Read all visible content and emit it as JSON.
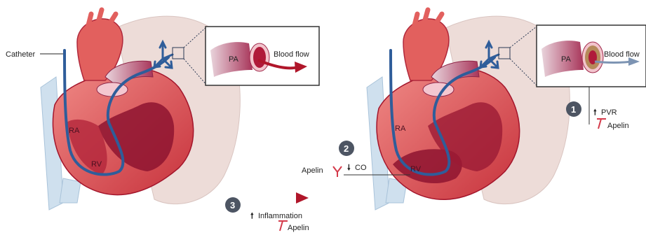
{
  "labels": {
    "catheter": "Catheter",
    "ra": "RA",
    "rv": "RV",
    "pa": "PA",
    "blood_flow": "Blood flow",
    "pvr": "PVR",
    "apelin": "Apelin",
    "co": "CO",
    "inflammation": "Inflammation"
  },
  "steps": [
    "1",
    "2",
    "3"
  ],
  "arrows": {
    "up": "🠕",
    "down": "🠗"
  },
  "colors": {
    "heart_red": "#d94a4f",
    "heart_dark": "#a3152b",
    "artery": "#e0605f",
    "lung": "#ecdcd8",
    "catheter": "#2f5d9a",
    "badge": "#4d5563",
    "inhibit": "#d43a4a"
  }
}
